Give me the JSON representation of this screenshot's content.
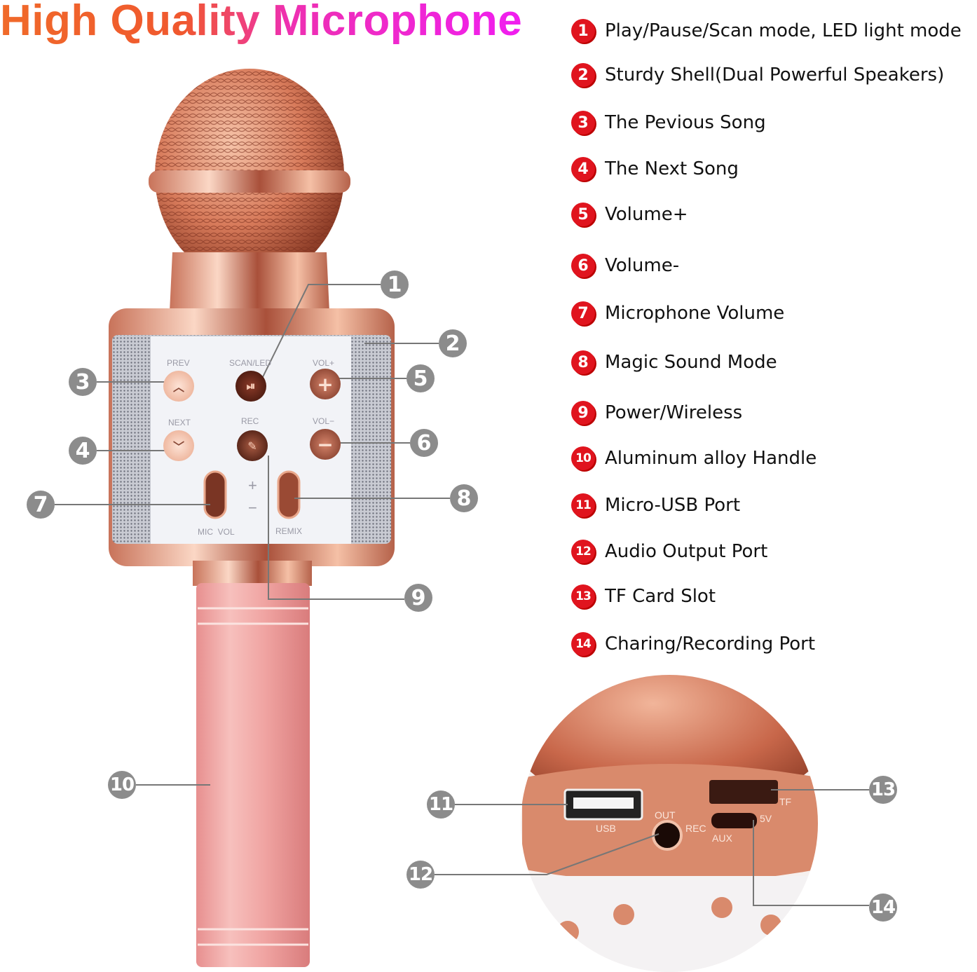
{
  "title": "High Quality Microphone",
  "features": [
    {
      "num": "1",
      "text": "Play/Pause/Scan mode, LED light mode"
    },
    {
      "num": "2",
      "text": "Sturdy Shell(Dual Powerful Speakers)"
    },
    {
      "num": "3",
      "text": "The Pevious Song"
    },
    {
      "num": "4",
      "text": "The Next Song"
    },
    {
      "num": "5",
      "text": "Volume+"
    },
    {
      "num": "6",
      "text": "Volume-"
    },
    {
      "num": "7",
      "text": "Microphone Volume"
    },
    {
      "num": "8",
      "text": "Magic Sound Mode"
    },
    {
      "num": "9",
      "text": "Power/Wireless"
    },
    {
      "num": "10",
      "text": "Aluminum alloy Handle"
    },
    {
      "num": "11",
      "text": "Micro-USB Port"
    },
    {
      "num": "12",
      "text": "Audio Output Port"
    },
    {
      "num": "13",
      "text": "TF Card Slot"
    },
    {
      "num": "14",
      "text": "Charing/Recording Port"
    }
  ],
  "panel_labels": {
    "prev": "PREV",
    "scan": "SCAN/LED",
    "volup": "VOL+",
    "next": "NEXT",
    "rec": "REC",
    "voldown": "VOL−",
    "micvol": "MIC  VOL",
    "remix": "REMIX",
    "plus": "+",
    "minus": "−"
  },
  "port_labels": {
    "usb": "USB",
    "out": "OUT",
    "rec": "REC",
    "aux": "AUX",
    "tf": "TF",
    "v5": "5V"
  },
  "colors": {
    "badge": "#e0141e",
    "callout": "#8c8c8c",
    "rose_gold": "#e8957a",
    "handle": "#f2a8a8"
  }
}
